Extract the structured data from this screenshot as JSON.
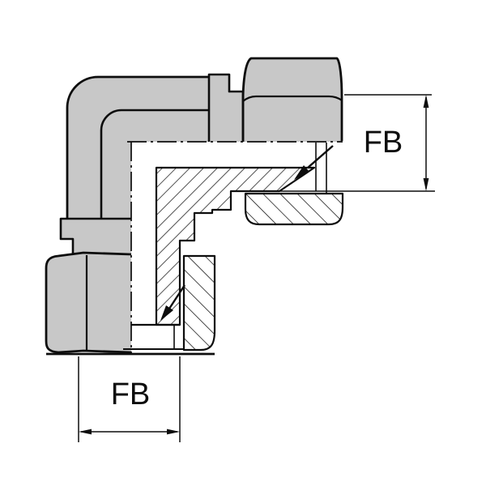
{
  "diagram": {
    "type": "technical-drawing",
    "subject": "90 degree swivel elbow fitting, half-section view",
    "dimensions": {
      "top": {
        "label": "FB"
      },
      "bottom": {
        "label": "FB"
      }
    },
    "colors": {
      "metal_fill": "#c8c8c8",
      "line": "#0d0d0d",
      "background": "#ffffff"
    }
  }
}
